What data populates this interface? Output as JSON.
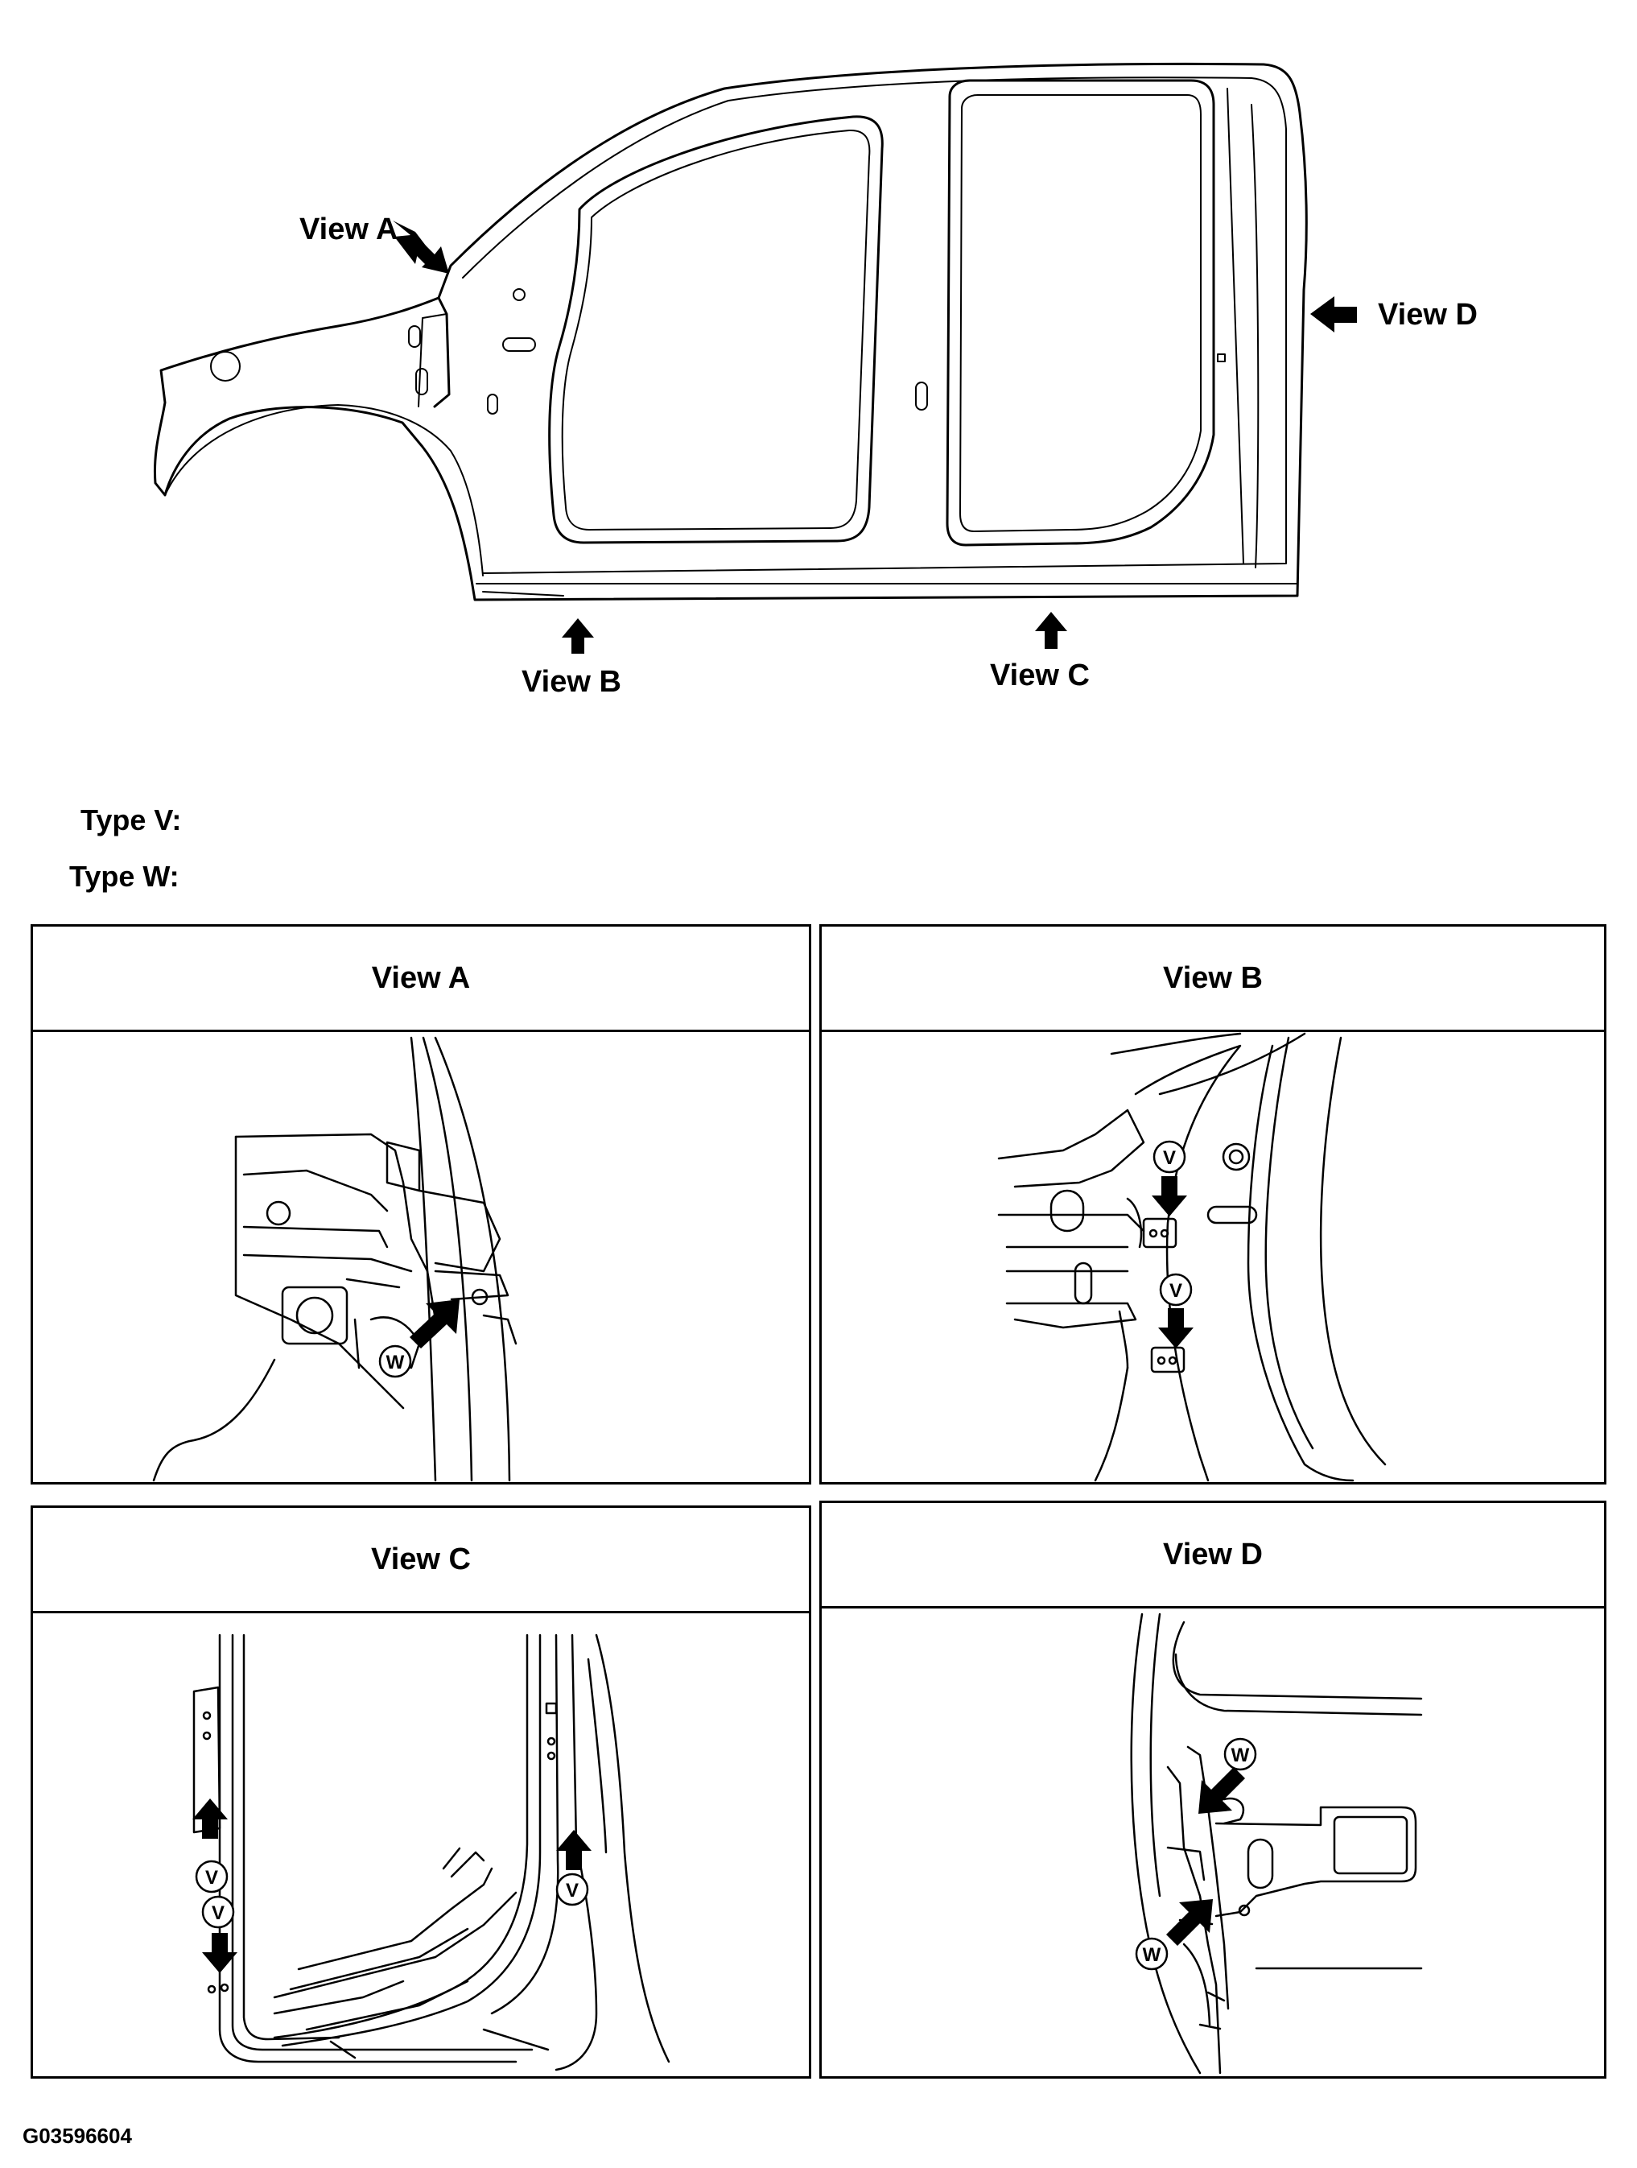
{
  "overview": {
    "callouts": {
      "view_a": "View A",
      "view_b": "View B",
      "view_c": "View C",
      "view_d": "View D"
    }
  },
  "legend": {
    "type_v": "Type V:",
    "type_w": "Type W:"
  },
  "panels": [
    {
      "title": "View A",
      "markers": [
        "W"
      ]
    },
    {
      "title": "View B",
      "markers": [
        "V",
        "V"
      ]
    },
    {
      "title": "View C",
      "markers": [
        "V",
        "V",
        "V"
      ]
    },
    {
      "title": "View D",
      "markers": [
        "W",
        "W"
      ]
    }
  ],
  "figure_id": "G03596604",
  "icons": {
    "arrow": "arrow-icon",
    "type_v_symbol": "double-circle-icon",
    "type_w_symbol": "dot-circle-icon"
  }
}
